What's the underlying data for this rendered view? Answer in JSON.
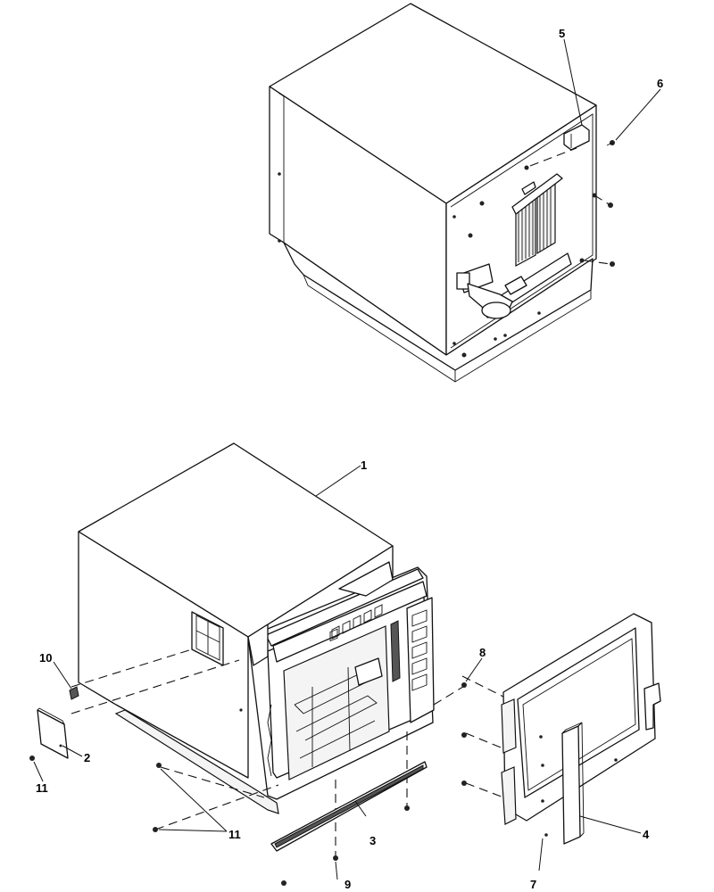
{
  "callouts": {
    "c1": "1",
    "c2": "2",
    "c3": "3",
    "c4": "4",
    "c5": "5",
    "c6": "6",
    "c7": "7",
    "c8": "8",
    "c9": "9",
    "c10": "10",
    "c11a": "11",
    "c11b": "11"
  },
  "colors": {
    "line": "#111111",
    "background": "#ffffff"
  }
}
